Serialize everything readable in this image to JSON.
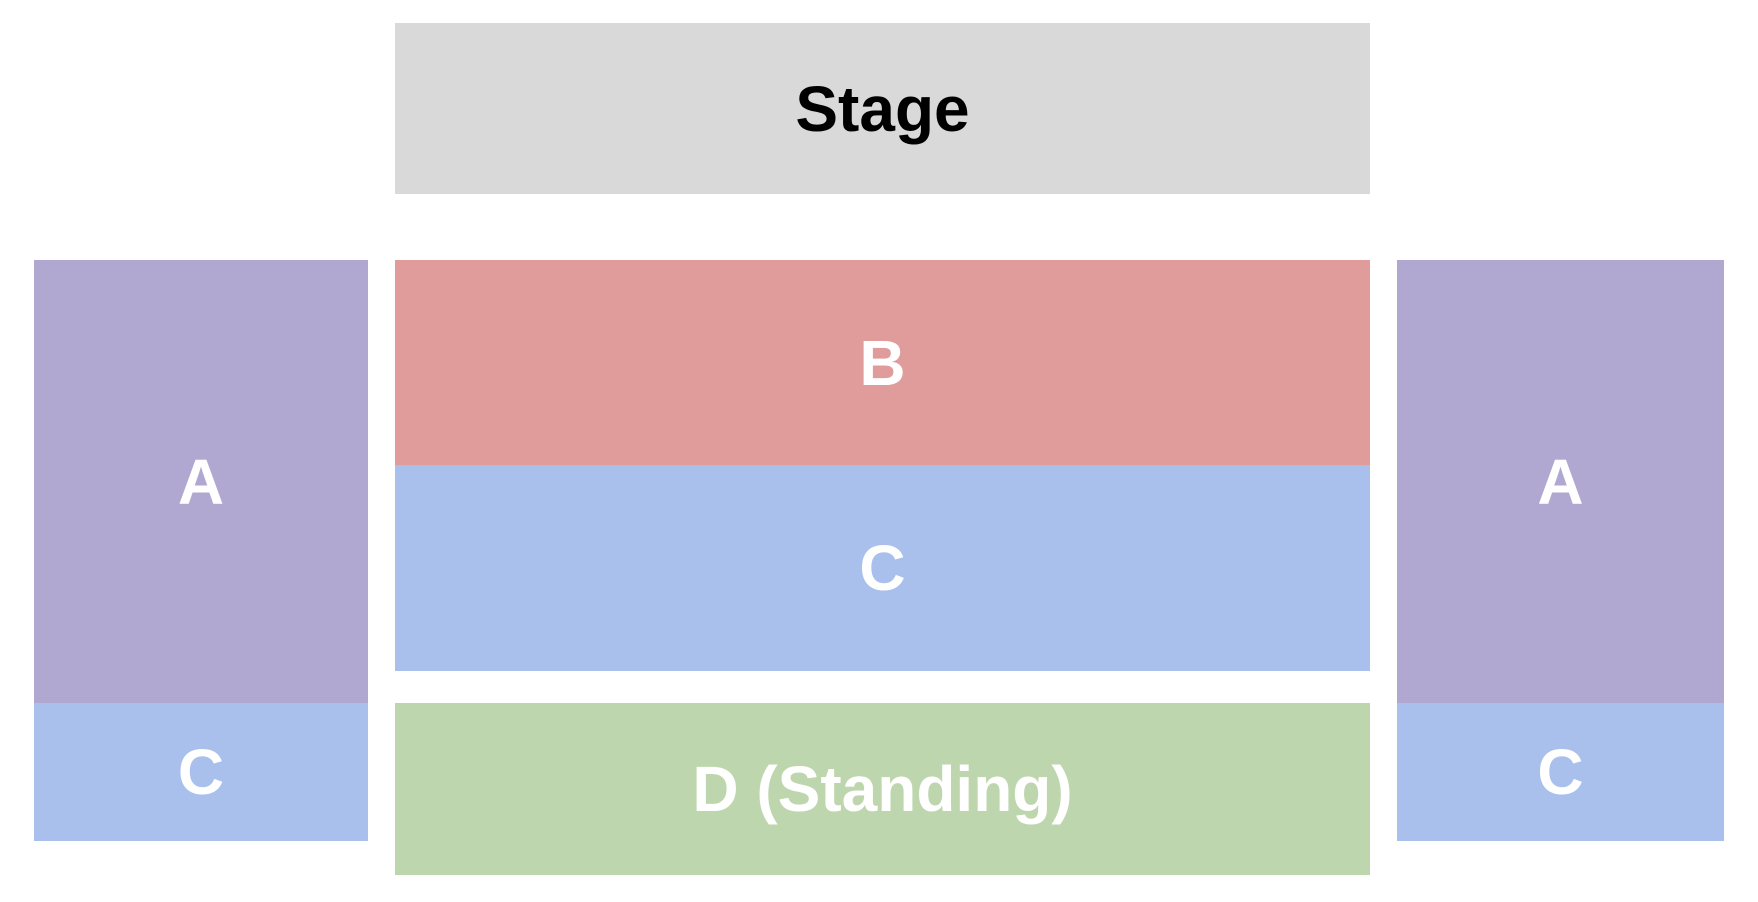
{
  "colors": {
    "stage": "#d9d9d9",
    "zone_a": "#b1a8d1",
    "zone_b": "#df9c9b",
    "zone_c": "#a9c0ec",
    "zone_d": "#bed6ad",
    "stage_text": "#000000",
    "zone_text": "#ffffff"
  },
  "stage": {
    "label": "Stage"
  },
  "zones": {
    "a_left": {
      "label": "A"
    },
    "c_left": {
      "label": "C"
    },
    "b": {
      "label": "B"
    },
    "c_center": {
      "label": "C"
    },
    "d": {
      "label": "D (Standing)"
    },
    "a_right": {
      "label": "A"
    },
    "c_right": {
      "label": "C"
    }
  }
}
